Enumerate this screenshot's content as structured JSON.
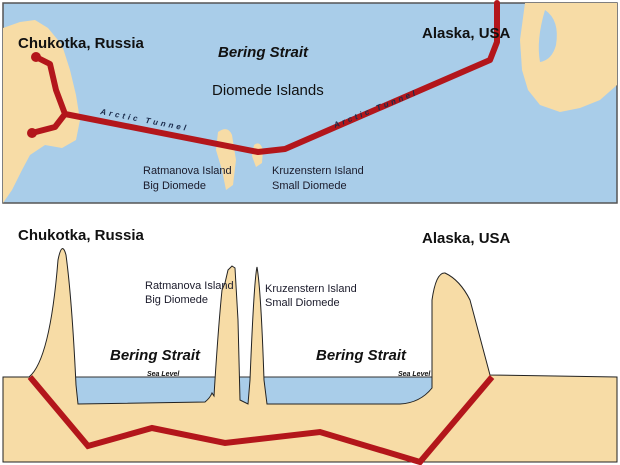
{
  "colors": {
    "sea": "#a9cde9",
    "land": "#f7dca6",
    "tunnel": "#b3161b",
    "sky": "#ffffff"
  },
  "map": {
    "russia_label": "Chukotka, Russia",
    "usa_label": "Alaska, USA",
    "strait_label": "Bering Strait",
    "islands_label": "Diomede Islands",
    "tunnel_label_left": "Arctic Tunnel",
    "tunnel_label_right": "Arctic Tunnel",
    "big_island_line1": "Ratmanova Island",
    "big_island_line2": "Big Diomede",
    "small_island_line1": "Kruzenstern Island",
    "small_island_line2": "Small Diomede"
  },
  "profile": {
    "russia_label": "Chukotka, Russia",
    "usa_label": "Alaska, USA",
    "big_island_line1": "Ratmanova Island",
    "big_island_line2": "Big Diomede",
    "small_island_line1": "Kruzenstern Island",
    "small_island_line2": "Small Diomede",
    "strait_left": "Bering Strait",
    "sea_level_left": "Sea Level",
    "strait_right": "Bering Strait",
    "sea_level_right": "Sea Level"
  }
}
